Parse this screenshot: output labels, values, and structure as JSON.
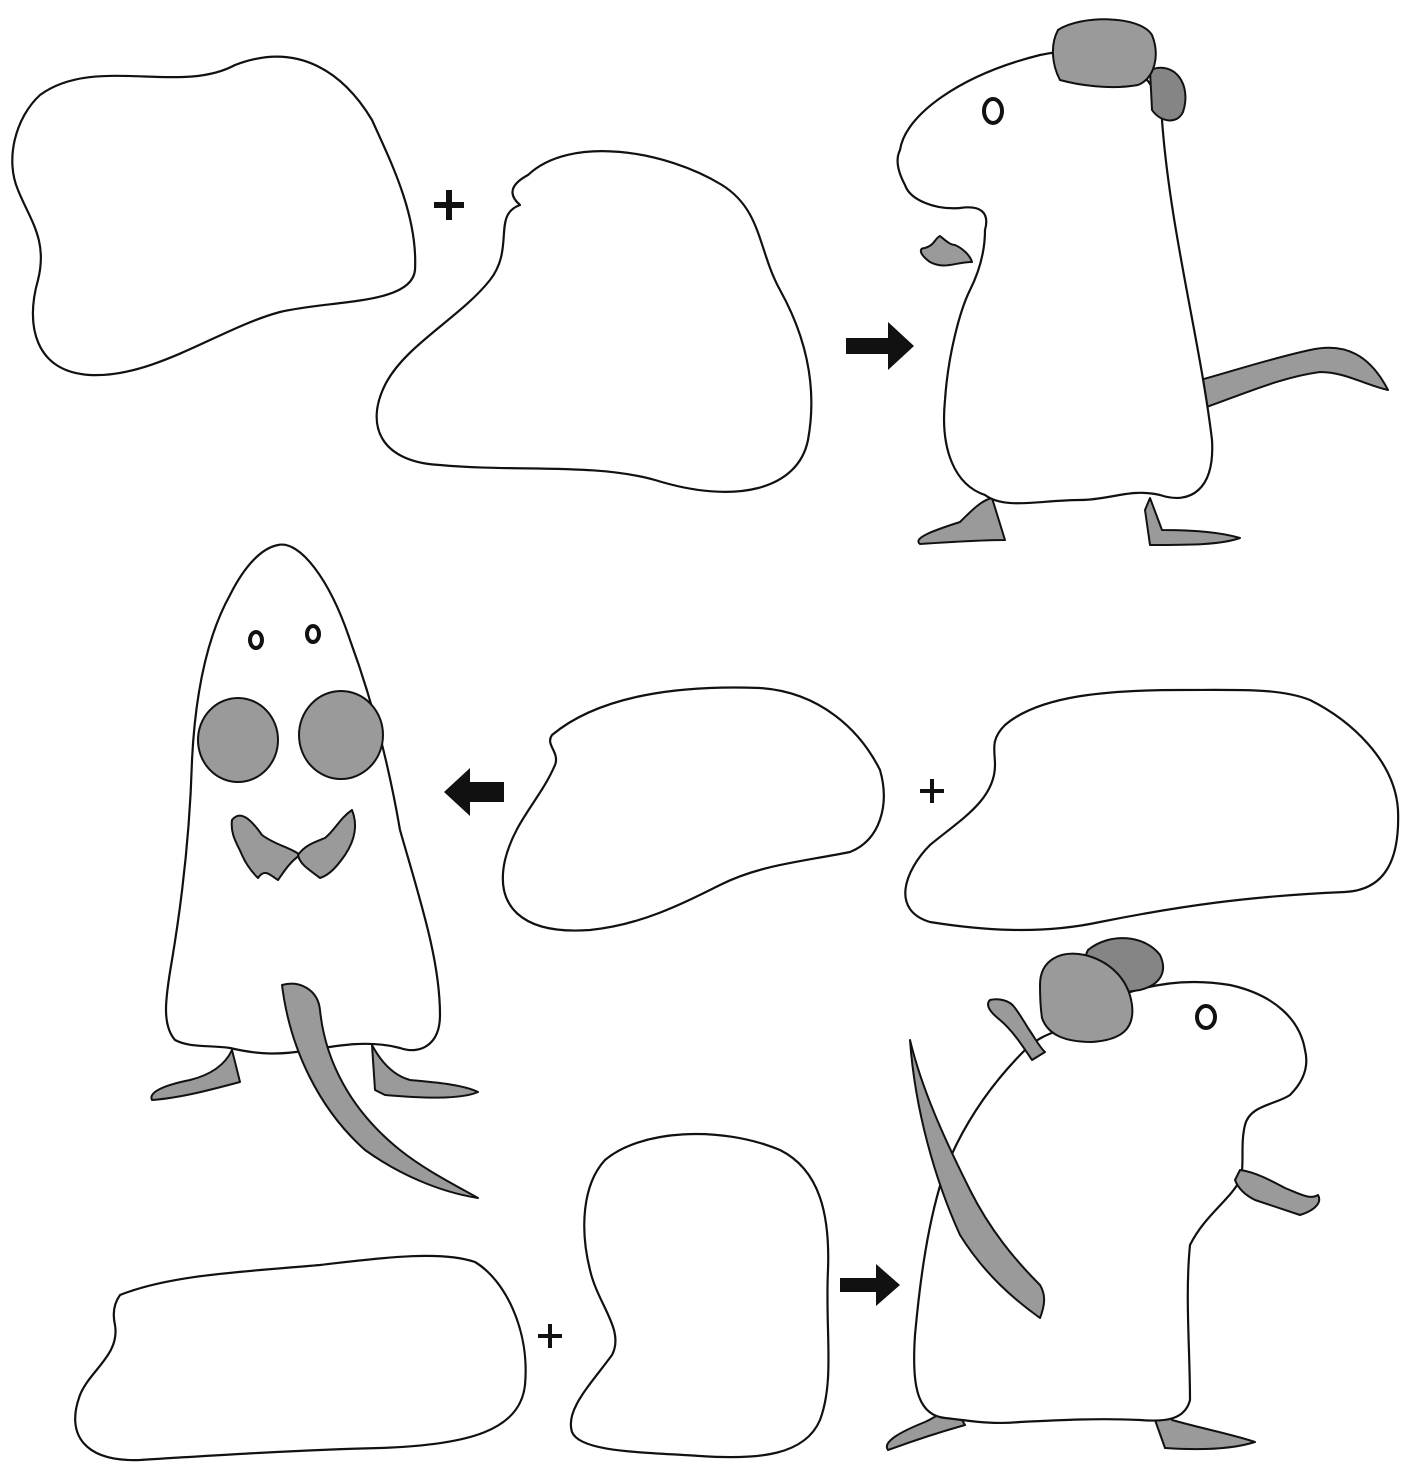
{
  "sheet": {
    "background": "#ffffff",
    "ink_color": "#111111",
    "shade_color": "#9a9a9a",
    "shade_dark_color": "#858585",
    "rows": [
      {
        "id": "row-1",
        "direction": "right",
        "operator": "+",
        "result": "mouse-side-left-facing"
      },
      {
        "id": "row-2",
        "direction": "left",
        "operator": "+",
        "result": "mouse-front-view"
      },
      {
        "id": "row-3",
        "direction": "right",
        "operator": "+",
        "result": "mouse-side-right-facing"
      }
    ]
  },
  "icons": {
    "plus": "plus-sign",
    "arrow_right": "arrow-right-icon",
    "arrow_left": "arrow-left-icon"
  }
}
